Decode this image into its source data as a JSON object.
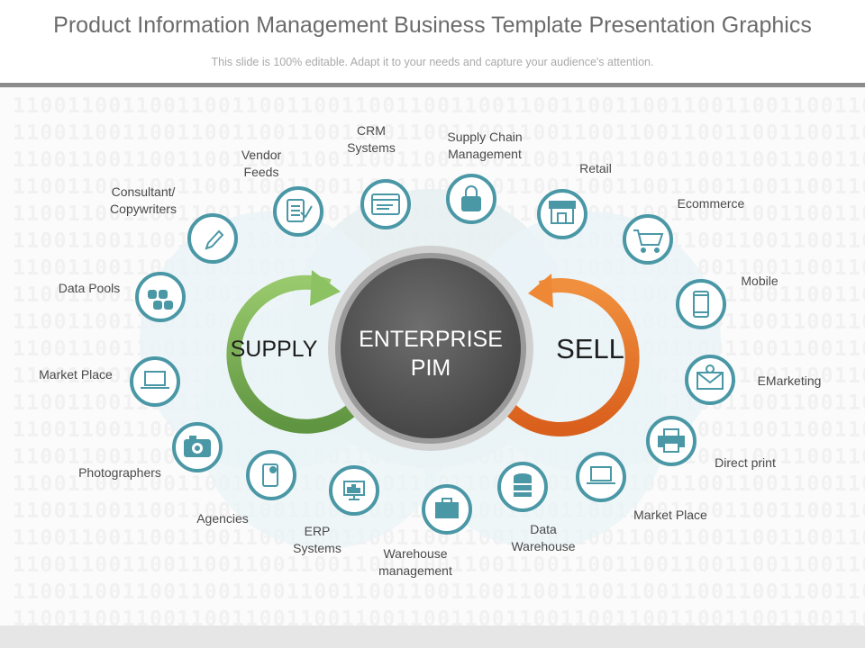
{
  "header": {
    "title": "Product Information Management Business Template Presentation Graphics",
    "subtitle": "This slide is 100% editable. Adapt it to your needs and capture your audience's attention."
  },
  "background_pattern": "1100110011001100110011001100110011001100110011001100110011001100",
  "center": {
    "line1": "ENTERPRISE",
    "line2": "PIM"
  },
  "supply": {
    "label": "SUPPLY"
  },
  "sell": {
    "label": "SELL"
  },
  "colors": {
    "teal": "#4a97a6",
    "supply_green": "#7fb85a",
    "sell_orange": "#e8792f",
    "center_gray": "#5c5c5c"
  },
  "nodes": {
    "vendor_feeds": {
      "label_1": "Vendor",
      "label_2": "Feeds",
      "icon": "checklist-icon"
    },
    "crm_systems": {
      "label_1": "CRM",
      "label_2": "Systems",
      "icon": "window-icon"
    },
    "supply_chain": {
      "label_1": "Supply Chain",
      "label_2": "Management",
      "icon": "lock-icon"
    },
    "retail": {
      "label": "Retail",
      "icon": "storefront-icon"
    },
    "ecommerce": {
      "label": "Ecommerce",
      "icon": "shopping-cart-icon"
    },
    "mobile": {
      "label": "Mobile",
      "icon": "mobile-phone-icon"
    },
    "emarketing": {
      "label": "EMarketing",
      "icon": "email-icon"
    },
    "direct_print": {
      "label": "Direct print",
      "icon": "printer-icon"
    },
    "market_place_right": {
      "label": "Market Place",
      "icon": "laptop-icon"
    },
    "data_warehouse": {
      "label_1": "Data",
      "label_2": "Warehouse",
      "icon": "database-icon"
    },
    "warehouse_management": {
      "label_1": "Warehouse",
      "label_2": "management",
      "icon": "briefcase-icon"
    },
    "erp_systems": {
      "label_1": "ERP",
      "label_2": "Systems",
      "icon": "monitor-chart-icon"
    },
    "agencies": {
      "label": "Agencies",
      "icon": "tablet-icon"
    },
    "photographers": {
      "label": "Photographers",
      "icon": "camera-icon"
    },
    "market_place_left": {
      "label": "Market Place",
      "icon": "laptop-icon"
    },
    "data_pools": {
      "label": "Data Pools",
      "icon": "data-stack-icon"
    },
    "consultant": {
      "label_1": "Consultant/",
      "label_2": "Copywriters",
      "icon": "pencil-icon"
    }
  }
}
